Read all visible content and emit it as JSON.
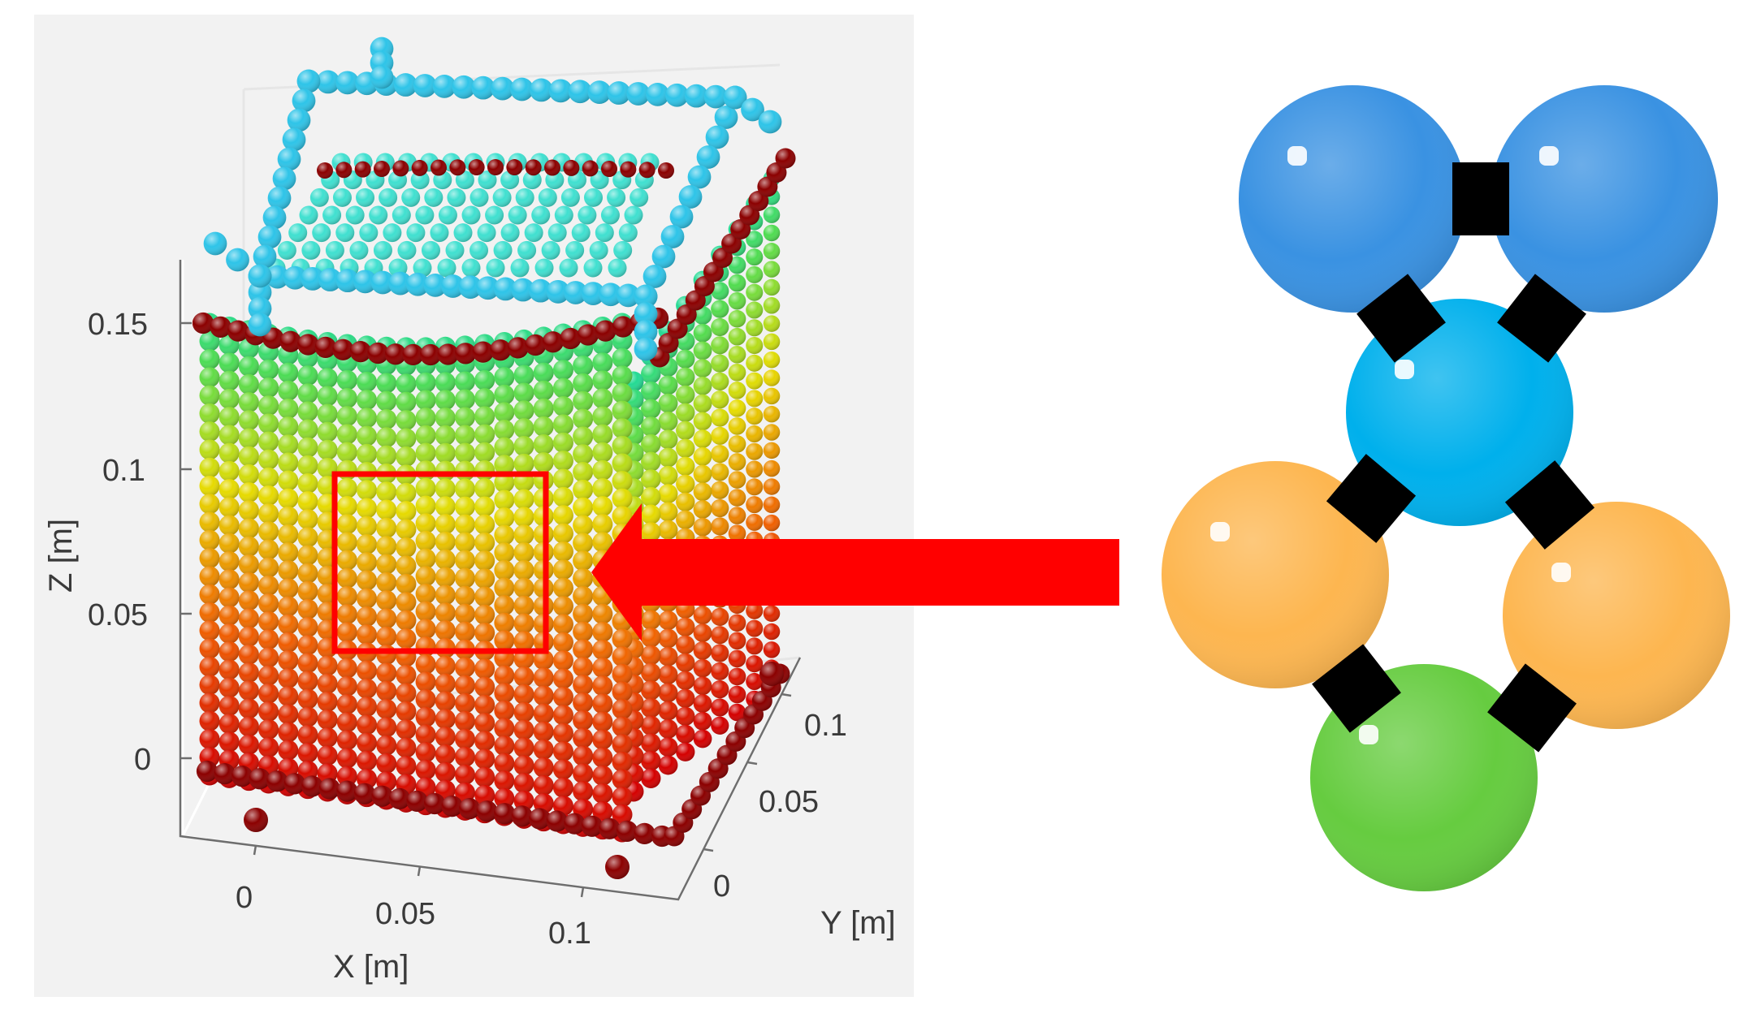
{
  "figure": {
    "background": "#ffffff",
    "plot_panel_color": "#f2f2f2",
    "plot": {
      "axes": {
        "x": {
          "title": "X [m]",
          "ticks": [
            "0",
            "0.05",
            "0.1"
          ]
        },
        "y": {
          "title": "Y [m]",
          "ticks": [
            "0",
            "0.05",
            "0.1"
          ]
        },
        "z": {
          "title": "Z [m]",
          "ticks": [
            "0",
            "0.05",
            "0.1",
            "0.15"
          ]
        }
      },
      "colormap": "jet",
      "colors": {
        "bottom": "#d40000",
        "lower": "#f06000",
        "middle": "#e6dc00",
        "upper": "#50dc50",
        "top": "#00d8c8",
        "frame": "#2ec4e8",
        "rim": "#8b0000"
      },
      "highlight_color": "#ff0000"
    },
    "arrow": {
      "color": "#ff0000",
      "direction": "left"
    },
    "molecule": {
      "beads": [
        {
          "name": "blue-bead-left",
          "color": "#3a92e2"
        },
        {
          "name": "blue-bead-right",
          "color": "#3a92e2"
        },
        {
          "name": "cyan-bead",
          "color": "#00b0ec"
        },
        {
          "name": "orange-bead-left",
          "color": "#fdb650"
        },
        {
          "name": "orange-bead-right",
          "color": "#fdb650"
        },
        {
          "name": "green-bead",
          "color": "#66cc40"
        }
      ],
      "bond_color": "#000000"
    }
  }
}
